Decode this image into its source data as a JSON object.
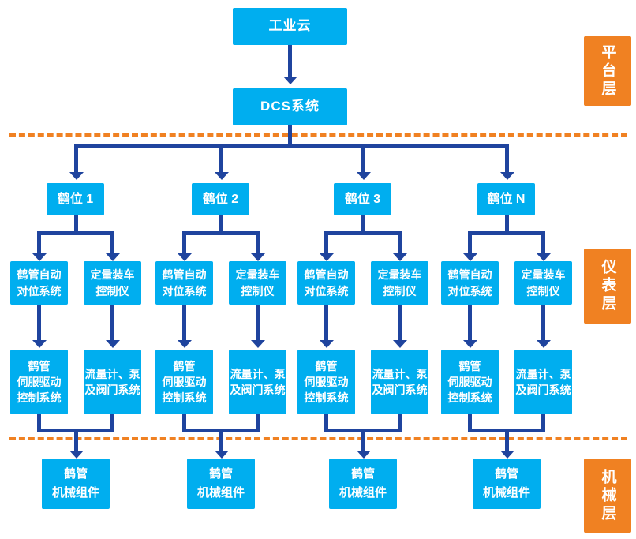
{
  "colors": {
    "node": "#00AEEF",
    "connector": "#1F449E",
    "layer": "#F08122"
  },
  "chart": {
    "cloud": "工业云",
    "dcs": "DCS系统",
    "groups": [
      {
        "title": "鹤位 1"
      },
      {
        "title": "鹤位 2"
      },
      {
        "title": "鹤位 3"
      },
      {
        "title": "鹤位 N"
      }
    ],
    "labels": {
      "align": [
        "鹤管自动",
        "对位系统"
      ],
      "loader": [
        "定量装车",
        "控制仪"
      ],
      "servo": [
        "鹤管",
        "伺服驱动",
        "控制系统"
      ],
      "flow": [
        "流量计、泵",
        "及阀门系统"
      ],
      "mech": [
        "鹤管",
        "机械组件"
      ]
    },
    "layers": [
      {
        "label": "平台层"
      },
      {
        "label": "仪表层"
      },
      {
        "label": "机械层"
      }
    ]
  }
}
